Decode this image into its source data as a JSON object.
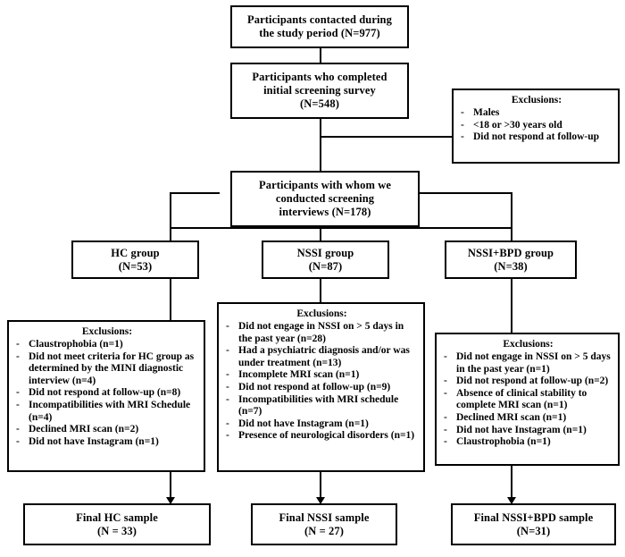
{
  "figure": {
    "type": "participant-flow-diagram",
    "boxes": {
      "contacted": {
        "lines": [
          "Participants contacted during",
          "the study period (N=977)"
        ],
        "n": 977
      },
      "screening_survey": {
        "lines": [
          "Participants who completed",
          "initial screening survey",
          "(N=548)"
        ],
        "n": 548
      },
      "screening_interviews": {
        "lines": [
          "Participants with whom we",
          "conducted screening",
          "interviews (N=178)"
        ],
        "n": 178
      },
      "hc_group": {
        "lines": [
          "HC group",
          "(N=53)"
        ],
        "n": 53
      },
      "nssi_group": {
        "lines": [
          "NSSI group",
          "(N=87)"
        ],
        "n": 87
      },
      "nssi_bpd_group": {
        "lines": [
          "NSSI+BPD group",
          "(N=38)"
        ],
        "n": 38
      },
      "final_hc": {
        "lines": [
          "Final HC sample",
          "(N = 33)"
        ],
        "n": 33
      },
      "final_nssi": {
        "lines": [
          "Final NSSI sample",
          "(N = 27)"
        ],
        "n": 27
      },
      "final_nssi_bpd": {
        "lines": [
          "Final NSSI+BPD sample",
          "(N=31)"
        ],
        "n": 31
      }
    },
    "exclusions": {
      "survey_stage": {
        "heading": "Exclusions:",
        "items": [
          "Males",
          "<18 or >30 years old",
          "Did not respond at follow-up"
        ]
      },
      "hc_stage": {
        "heading": "Exclusions:",
        "items": [
          "Claustrophobia (n=1)",
          "Did not meet criteria for HC group as determined by the MINI diagnostic interview (n=4)",
          "Did not respond at follow-up (n=8)",
          "Incompatibilities with MRI Schedule (n=4)",
          "Declined MRI scan (n=2)",
          "Did not have Instagram (n=1)"
        ]
      },
      "nssi_stage": {
        "heading": "Exclusions:",
        "items": [
          "Did not engage in NSSI on > 5 days in the past year (n=28)",
          "Had a psychiatric diagnosis and/or was under treatment (n=13)",
          "Incomplete MRI scan (n=1)",
          "Did not respond at follow-up (n=9)",
          "Incompatibilities with MRI schedule (n=7)",
          "Did not have Instagram (n=1)",
          "Presence of neurological disorders (n=1)"
        ]
      },
      "nssi_bpd_stage": {
        "heading": "Exclusions:",
        "items": [
          "Did not engage in NSSI on > 5 days in the past year (n=1)",
          "Did not respond at follow-up (n=2)",
          "Absence of clinical stability to complete MRI scan (n=1)",
          "Declined MRI scan (n=1)",
          "Did not have Instagram (n=1)",
          "Claustrophobia (n=1)"
        ]
      }
    },
    "bullet_marker": "-",
    "colors": {
      "stroke": "#000000",
      "background": "#ffffff",
      "text": "#000000"
    }
  }
}
